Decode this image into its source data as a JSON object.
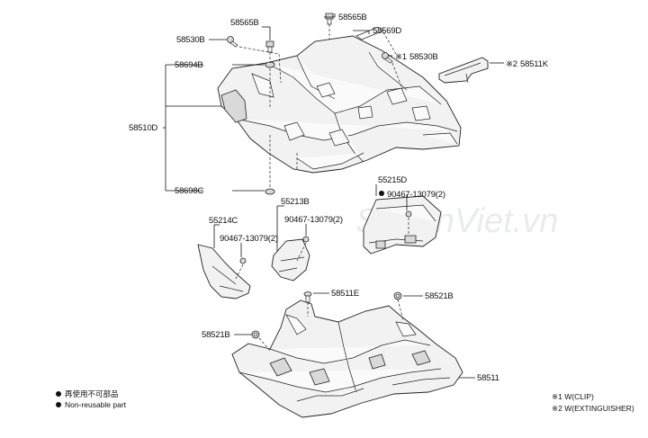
{
  "watermark": "SedanViet.vn",
  "part_labels": {
    "p58565B_a": "58565B",
    "p58565B_b": "58565B",
    "p58530B_a": "58530B",
    "p58569D": "58569D",
    "p58530B_b": "58530B",
    "p58511K": "58511K",
    "p58694B": "58694B",
    "p58510D": "58510D",
    "p58698C": "58698C",
    "p55215D": "55215D",
    "p90467_a": "90467-13079(2)",
    "p55213B": "55213B",
    "p90467_b": "90467-13079(2)",
    "p55214C": "55214C",
    "p90467_c": "90467-13079(2)",
    "p58511E": "58511E",
    "p58521B_a": "58521B",
    "p58521B_b": "58521B",
    "p58511": "58511"
  },
  "markers": {
    "m1": "※1",
    "m2": "※2"
  },
  "legend": {
    "non_reusable_jp": "再使用不可部品",
    "non_reusable_en": "Non-reusable part"
  },
  "notes": {
    "n1": "※1 W(CLIP)",
    "n2": "※2 W(EXTINGUISHER)"
  }
}
